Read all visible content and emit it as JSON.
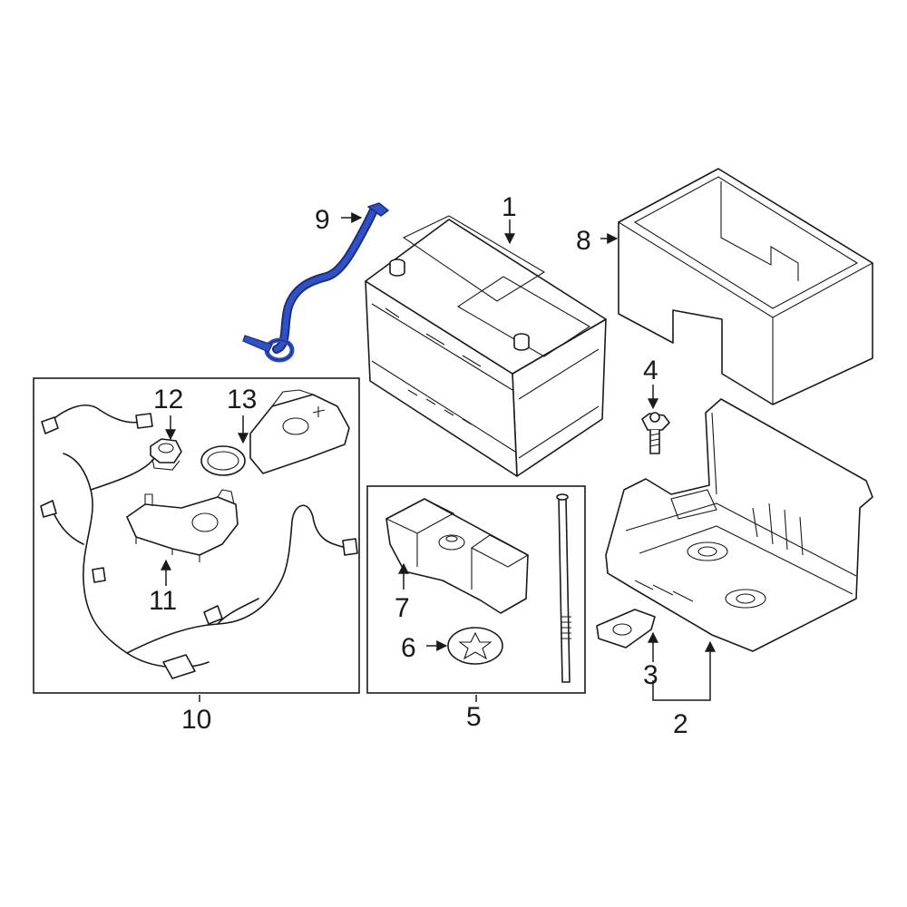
{
  "accent_color": "#3050c8",
  "highlighted_part": "9",
  "callouts": {
    "c1": "1",
    "c2": "2",
    "c3": "3",
    "c4": "4",
    "c5": "5",
    "c6": "6",
    "c7": "7",
    "c8": "8",
    "c9": "9",
    "c10": "10",
    "c11": "11",
    "c12": "12",
    "c13": "13"
  }
}
